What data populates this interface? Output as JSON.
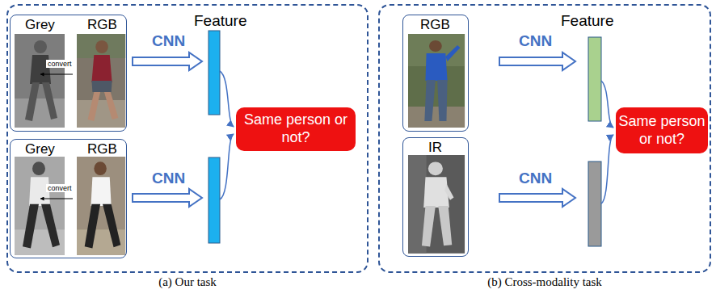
{
  "diagram": {
    "caption": "(a) Our task",
    "nodes": [
      {
        "text": [
          "(a) Our task"
        ]
      },
      {
        "text": [
          "Grey",
          "RGB",
          "convert"
        ],
        "in": 0
      },
      {
        "text": [
          "Grey",
          "RGB",
          "convert"
        ],
        "in": 0
      },
      {
        "text": [
          "Same person or not?"
        ],
        "in": 0
      },
      {
        "text": [
          "(b) Cross-modality task"
        ]
      },
      {
        "text": [
          "RGB"
        ],
        "in": 4
      },
      {
        "text": [
          "IR"
        ],
        "in": 4
      },
      {
        "text": [
          "Same person or not?"
        ],
        "in": 4
      }
    ],
    "labels": [
      "Feature",
      "CNN",
      "CNN",
      "Feature",
      "CNN",
      "CNN"
    ]
  }
}
